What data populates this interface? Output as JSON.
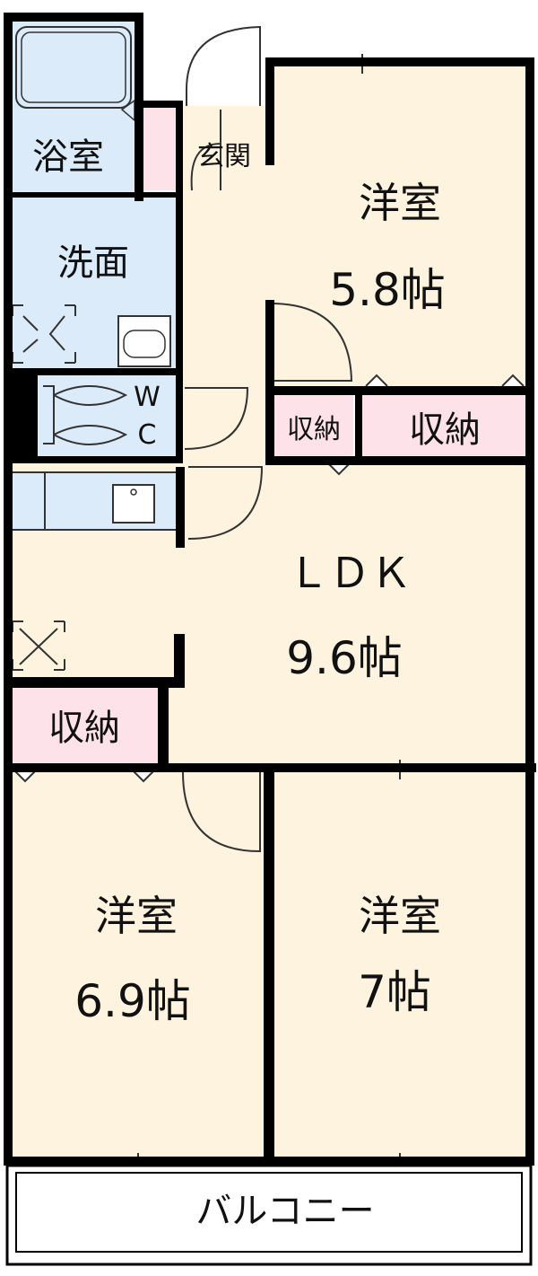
{
  "rooms": {
    "bath": {
      "name": "浴室"
    },
    "entrance": {
      "name": "玄関"
    },
    "washroom": {
      "name": "洗面"
    },
    "toilet": {
      "line1": "W",
      "line2": "C"
    },
    "western_top": {
      "name": "洋室",
      "size": "5.8帖"
    },
    "closet_small": {
      "name": "収納"
    },
    "closet_right": {
      "name": "収納"
    },
    "ldk": {
      "name": "ＬＤＫ",
      "size": "9.6帖"
    },
    "closet_left": {
      "name": "収納"
    },
    "western_bl": {
      "name": "洋室",
      "size": "6.9帖"
    },
    "western_br": {
      "name": "洋室",
      "size": "7帖"
    },
    "balcony": {
      "name": "バルコニー"
    }
  },
  "colors": {
    "room_fill": "#fdf3df",
    "wet_fill": "#dcebf9",
    "closet_fill": "#fde3e9",
    "wall": "#000000"
  }
}
